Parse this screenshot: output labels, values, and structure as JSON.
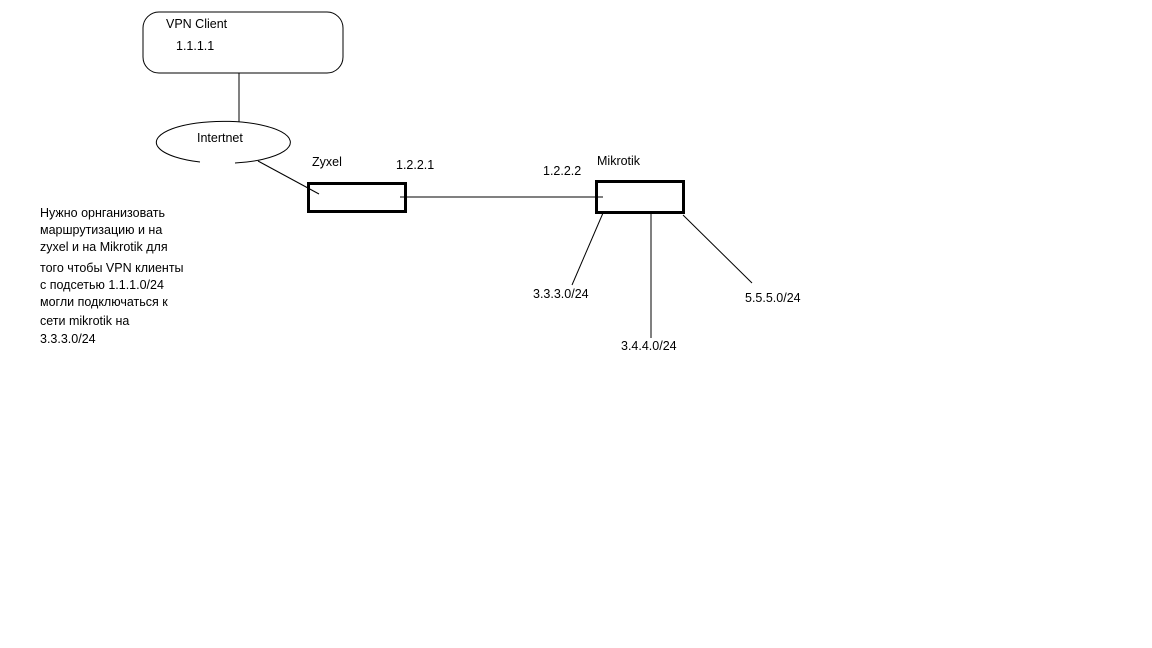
{
  "nodes": {
    "vpn_client": {
      "label": "VPN Client",
      "ip": "1.1.1.1"
    },
    "internet": {
      "label": "Intertnet"
    },
    "zyxel": {
      "label": "Zyxel",
      "ip": "1.2.2.1"
    },
    "mikrotik": {
      "label": "Mikrotik",
      "ip": "1.2.2.2"
    }
  },
  "subnets": [
    "3.3.3.0/24",
    "3.4.4.0/24",
    "5.5.5.0/24"
  ],
  "note": {
    "lines": [
      "Нужно орнганизовать",
      "маршрутизацию и на",
      "zyxel и на Mikrotik для",
      "того чтобы VPN клиенты",
      "с подсетью 1.1.1.0/24",
      "могли подключаться к",
      "сети mikrotik на",
      "3.3.3.0/24"
    ]
  }
}
